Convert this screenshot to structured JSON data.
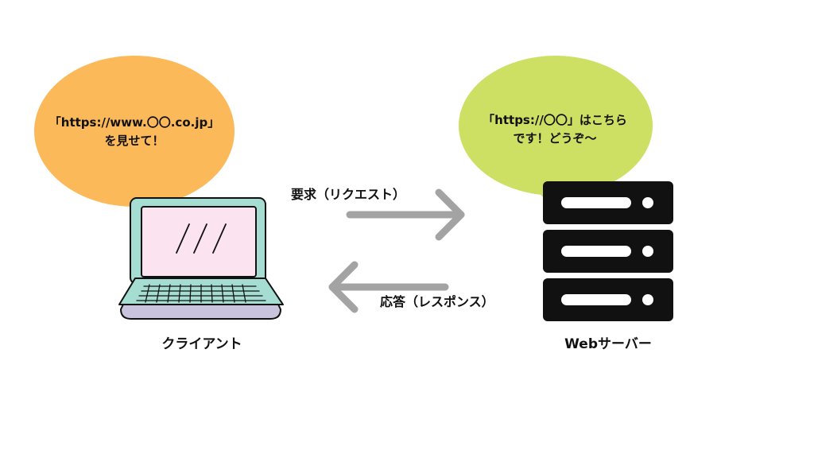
{
  "colors": {
    "client_bubble": "#FBB95A",
    "server_bubble": "#CDE063",
    "laptop_body": "#A6DDD2",
    "laptop_screen": "#FCE3F0",
    "laptop_base_shadow": "#C9C3DD",
    "arrow": "#A3A3A3",
    "server": "#111111",
    "text": "#111111"
  },
  "client": {
    "icon": "laptop-icon",
    "label": "クライアント",
    "bubble_line1": "「https://www.〇〇.co.jp」",
    "bubble_line2": "を見せて！"
  },
  "server": {
    "icon": "server-rack-icon",
    "label": "Webサーバー",
    "bubble_line1": "「https://〇〇」はこちら",
    "bubble_line2": "です！どうぞ〜"
  },
  "request": {
    "label": "要求（リクエスト）"
  },
  "response": {
    "label": "応答（レスポンス）"
  }
}
